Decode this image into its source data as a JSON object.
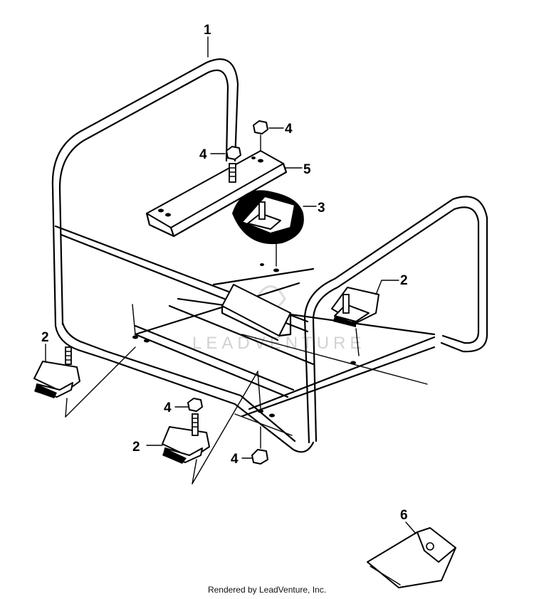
{
  "callouts": [
    {
      "id": "frame",
      "label": "1"
    },
    {
      "id": "mount-left",
      "label": "2"
    },
    {
      "id": "mount-front",
      "label": "2"
    },
    {
      "id": "mount-right",
      "label": "2"
    },
    {
      "id": "mount-top",
      "label": "3"
    },
    {
      "id": "nut-top-right",
      "label": "4"
    },
    {
      "id": "nut-top-left",
      "label": "4"
    },
    {
      "id": "nut-front",
      "label": "4"
    },
    {
      "id": "nut-bottom",
      "label": "4"
    },
    {
      "id": "bracket",
      "label": "5"
    },
    {
      "id": "bag",
      "label": "6"
    }
  ],
  "watermark": "LEADVENTURE",
  "credit": "Rendered by LeadVenture, Inc."
}
